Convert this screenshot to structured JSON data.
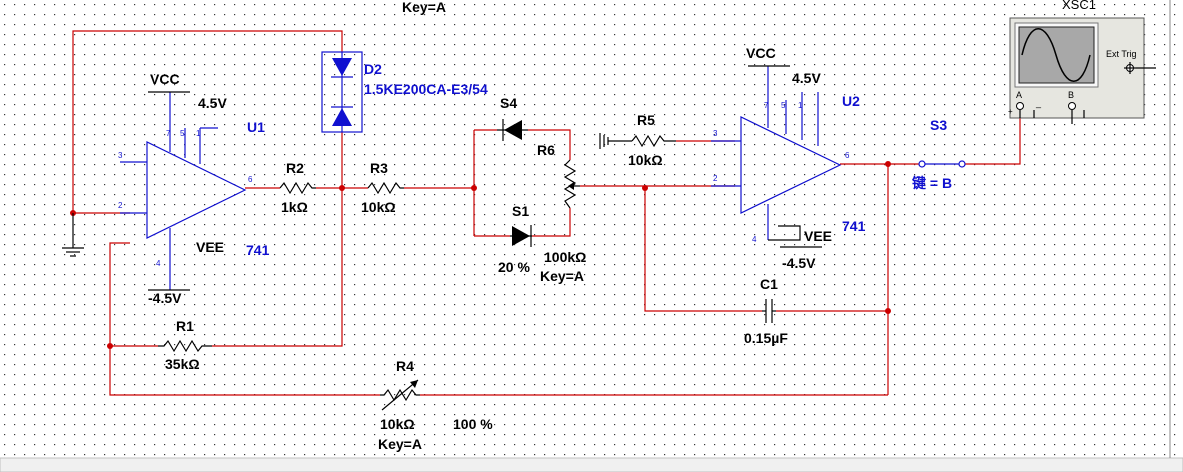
{
  "top_key_label": "Key=A",
  "u1": {
    "ref": "U1",
    "model": "741",
    "vcc": "VCC",
    "vcc_val": "4.5V",
    "vee": "VEE",
    "vee_val": "-4.5V",
    "pin3": "3",
    "pin2": "2",
    "pin7": "7",
    "pin5": "5",
    "pin1": "1",
    "pin6": "6",
    "pin4": "4"
  },
  "u2": {
    "ref": "U2",
    "model": "741",
    "vcc": "VCC",
    "vcc_val": "4.5V",
    "vee": "VEE",
    "vee_val": "-4.5V",
    "pin3": "3",
    "pin2": "2",
    "pin7": "7",
    "pin5": "5",
    "pin1": "1",
    "pin6": "6",
    "pin4": "4"
  },
  "d2": {
    "ref": "D2",
    "part": "1.5KE200CA-E3/54"
  },
  "r1": {
    "ref": "R1",
    "value": "35kΩ"
  },
  "r2": {
    "ref": "R2",
    "value": "1kΩ"
  },
  "r3": {
    "ref": "R3",
    "value": "10kΩ"
  },
  "r4": {
    "ref": "R4",
    "value": "10kΩ",
    "percent": "100 %",
    "key": "Key=A"
  },
  "r5": {
    "ref": "R5",
    "value": "10kΩ"
  },
  "r6": {
    "ref": "R6",
    "value": "100kΩ",
    "percent": "20 %",
    "key": "Key=A"
  },
  "s4": {
    "ref": "S4"
  },
  "s1": {
    "ref": "S1"
  },
  "s3": {
    "ref": "S3",
    "key": "键 = B"
  },
  "c1": {
    "ref": "C1",
    "value": "0.15µF"
  },
  "xsc1": {
    "ref": "XSC1",
    "ext_trig": "Ext Trig",
    "chan_a": "A",
    "chan_b": "B",
    "minus": "_",
    "plus": "+"
  },
  "colors": {
    "wire": "#cc0000",
    "label_blue": "#1010d0",
    "component": "#000000",
    "grid": "#000000",
    "instrument": "#ccccbb"
  }
}
